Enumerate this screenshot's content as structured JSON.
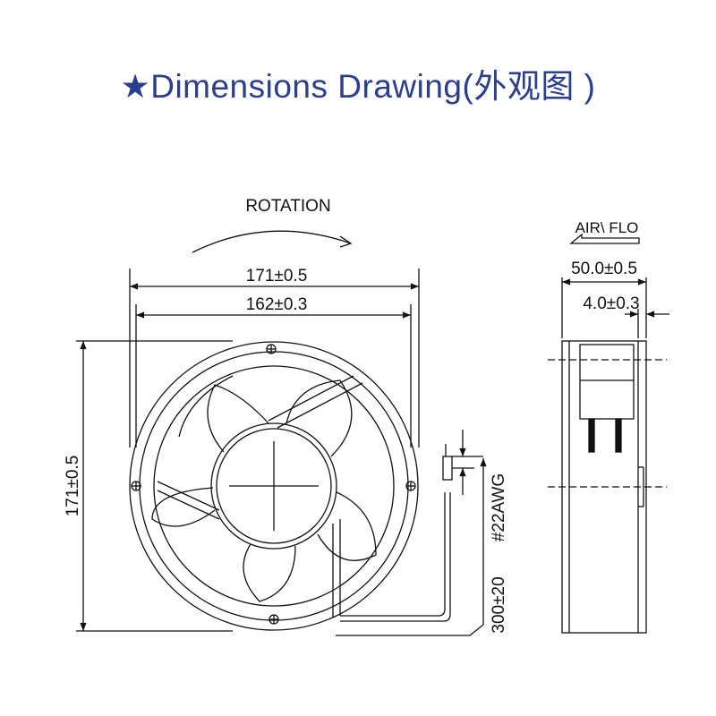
{
  "title": {
    "star": "★",
    "text": "Dimensions Drawing(外观图 )"
  },
  "front_view": {
    "rotation_label": "ROTATION",
    "outer_width": "171±0.5",
    "hole_spacing": "162±0.3",
    "height": "171±0.5",
    "lead_length": "300±20",
    "wire_gauge": "#22AWG"
  },
  "side_view": {
    "airflow_label": "AIR\\ FLO",
    "depth": "50.0±0.5",
    "flange": "4.0±0.3"
  },
  "colors": {
    "title": "#2b3f8c",
    "line": "#111111"
  }
}
